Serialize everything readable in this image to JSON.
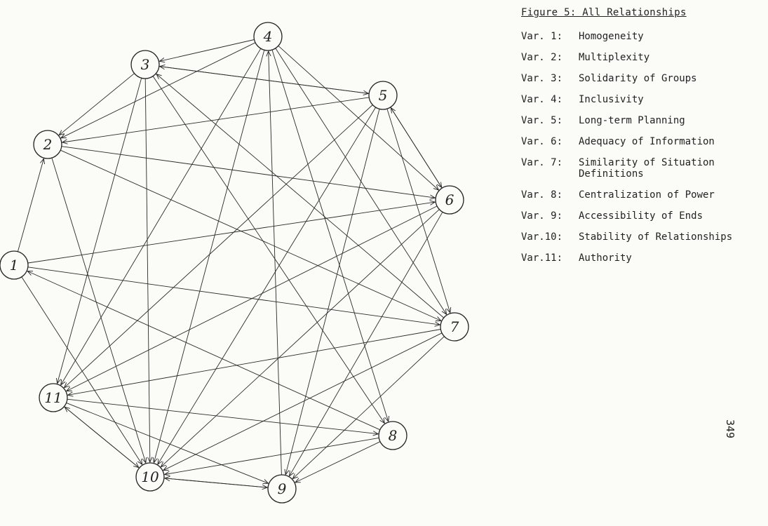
{
  "figure": {
    "title": "Figure 5:  All Relationships",
    "page_number": "349"
  },
  "variables": [
    {
      "id": "Var. 1:",
      "name": "Homogeneity"
    },
    {
      "id": "Var. 2:",
      "name": "Multiplexity"
    },
    {
      "id": "Var. 3:",
      "name": "Solidarity of Groups"
    },
    {
      "id": "Var. 4:",
      "name": "Inclusivity"
    },
    {
      "id": "Var. 5:",
      "name": "Long-term Planning"
    },
    {
      "id": "Var. 6:",
      "name": "Adequacy of Information"
    },
    {
      "id": "Var. 7:",
      "name": "Similarity of Situation Definitions"
    },
    {
      "id": "Var. 8:",
      "name": "Centralization of Power"
    },
    {
      "id": "Var. 9:",
      "name": "Accessibility of Ends"
    },
    {
      "id": "Var.10:",
      "name": "Stability of Relationships"
    },
    {
      "id": "Var.11:",
      "name": "Authority"
    }
  ],
  "graph": {
    "nodes": [
      {
        "id": "1",
        "label": "1"
      },
      {
        "id": "2",
        "label": "2"
      },
      {
        "id": "3",
        "label": "3"
      },
      {
        "id": "4",
        "label": "4"
      },
      {
        "id": "5",
        "label": "5"
      },
      {
        "id": "6",
        "label": "6"
      },
      {
        "id": "7",
        "label": "7"
      },
      {
        "id": "8",
        "label": "8"
      },
      {
        "id": "9",
        "label": "9"
      },
      {
        "id": "10",
        "label": "10"
      },
      {
        "id": "11",
        "label": "11"
      }
    ],
    "edges": [
      {
        "from": "4",
        "to": "3"
      },
      {
        "from": "4",
        "to": "2"
      },
      {
        "from": "4",
        "to": "10"
      },
      {
        "from": "4",
        "to": "11"
      },
      {
        "from": "4",
        "to": "6"
      },
      {
        "from": "4",
        "to": "7"
      },
      {
        "from": "9",
        "to": "4"
      },
      {
        "from": "5",
        "to": "3"
      },
      {
        "from": "3",
        "to": "5"
      },
      {
        "from": "3",
        "to": "2"
      },
      {
        "from": "3",
        "to": "10"
      },
      {
        "from": "3",
        "to": "11"
      },
      {
        "from": "3",
        "to": "8"
      },
      {
        "from": "7",
        "to": "3"
      },
      {
        "from": "5",
        "to": "2"
      },
      {
        "from": "5",
        "to": "6"
      },
      {
        "from": "5",
        "to": "7"
      },
      {
        "from": "5",
        "to": "9"
      },
      {
        "from": "5",
        "to": "10"
      },
      {
        "from": "5",
        "to": "11"
      },
      {
        "from": "6",
        "to": "5"
      },
      {
        "from": "2",
        "to": "6"
      },
      {
        "from": "2",
        "to": "7"
      },
      {
        "from": "2",
        "to": "10"
      },
      {
        "from": "1",
        "to": "2"
      },
      {
        "from": "1",
        "to": "6"
      },
      {
        "from": "1",
        "to": "7"
      },
      {
        "from": "1",
        "to": "10"
      },
      {
        "from": "8",
        "to": "1"
      },
      {
        "from": "6",
        "to": "10"
      },
      {
        "from": "6",
        "to": "11"
      },
      {
        "from": "6",
        "to": "9"
      },
      {
        "from": "7",
        "to": "9"
      },
      {
        "from": "7",
        "to": "10"
      },
      {
        "from": "7",
        "to": "11"
      },
      {
        "from": "11",
        "to": "8"
      },
      {
        "from": "11",
        "to": "9"
      },
      {
        "from": "11",
        "to": "10"
      },
      {
        "from": "10",
        "to": "11"
      },
      {
        "from": "8",
        "to": "9"
      },
      {
        "from": "8",
        "to": "10"
      },
      {
        "from": "9",
        "to": "10"
      },
      {
        "from": "10",
        "to": "9"
      },
      {
        "from": "4",
        "to": "8"
      }
    ]
  }
}
